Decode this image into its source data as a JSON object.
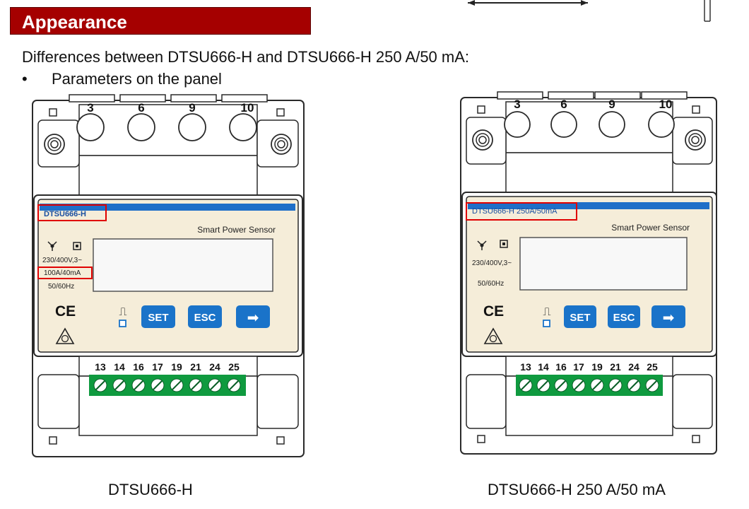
{
  "section": {
    "title": "Appearance"
  },
  "intro": "Differences between DTSU666-H and DTSU666-H 250 A/50 mA:",
  "bullet": {
    "symbol": "•",
    "text": "Parameters on the panel"
  },
  "colors": {
    "header_bg": "#a50000",
    "highlight_box": "#e00000",
    "stripe_blue": "#1f6fc8",
    "button_blue": "#1a73c9",
    "terminal_green": "#0f9a3f",
    "panel_beige": "#f5edd9"
  },
  "meters": [
    {
      "caption": "DTSU666-H",
      "model_label": "DTSU666-H",
      "product_name": "Smart Power Sensor",
      "specs": [
        "230/400V,3~",
        "100A/40mA",
        "50/60Hz"
      ],
      "top_terminals": [
        "3",
        "6",
        "9",
        "10"
      ],
      "bottom_terminals": [
        "13",
        "14",
        "16",
        "17",
        "19",
        "21",
        "24",
        "25"
      ],
      "buttons": {
        "set": "SET",
        "esc": "ESC",
        "next": "➡"
      },
      "marks": {
        "ce": "CE",
        "pulse": "⎍"
      }
    },
    {
      "caption": "DTSU666-H 250 A/50 mA",
      "model_label": "DTSU666-H 250A/50mA",
      "product_name": "Smart Power Sensor",
      "specs": [
        "230/400V,3~",
        "",
        "50/60Hz"
      ],
      "top_terminals": [
        "3",
        "6",
        "9",
        "10"
      ],
      "bottom_terminals": [
        "13",
        "14",
        "16",
        "17",
        "19",
        "21",
        "24",
        "25"
      ],
      "buttons": {
        "set": "SET",
        "esc": "ESC",
        "next": "➡"
      },
      "marks": {
        "ce": "CE",
        "pulse": "⎍"
      }
    }
  ]
}
